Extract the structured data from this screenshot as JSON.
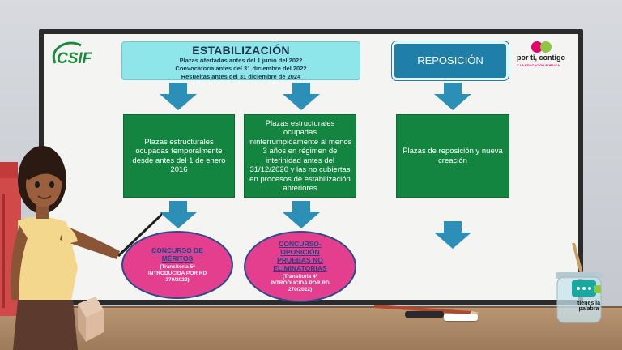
{
  "estabilizacion": {
    "title": "ESTABILIZACIÓN",
    "lines": [
      "Plazas ofertadas antes del 1  junio del 2022",
      "Convocatoria antes del 31 diciembre del 2022",
      "Resueltas antes del 31 diciembre de 2024"
    ]
  },
  "reposicion": {
    "title": "REPOSICIÓN"
  },
  "boxes": [
    "Plazas estructurales ocupadas temporalmente desde antes del 1 de enero 2016",
    "Plazas estructurales ocupadas ininterrumpidamente al menos 3 años en régimen de interinidad antes del 31/12/2020 y las no cubiertas en procesos de estabilización anteriores",
    "Plazas de reposición y nueva creación"
  ],
  "ellipses": [
    {
      "main": "CONCURSO DE MÉRITOS",
      "sub": "(Transitoria 5ª INTRODUCIDA POR RD 270/2022)"
    },
    {
      "main": "CONCURSO-OPOSICIÓN PRUEBAS NO ELIMINATORIAS",
      "sub": "(Transitoria 4ª INTRODUCIDA POR RD 270/2022)"
    }
  ],
  "logos": {
    "csif": "CSIF",
    "porti": "por ti, contigo",
    "porti_sub": "Y LA EDUCACIÓN PÚBLICA",
    "jar": "tienes la palabra"
  },
  "colors": {
    "green_box": "#138541",
    "cyan_header": "#8ee6ea",
    "blue_header": "#1f7fa8",
    "arrow": "#2c8fb8",
    "ellipse": "#e43e8e"
  }
}
